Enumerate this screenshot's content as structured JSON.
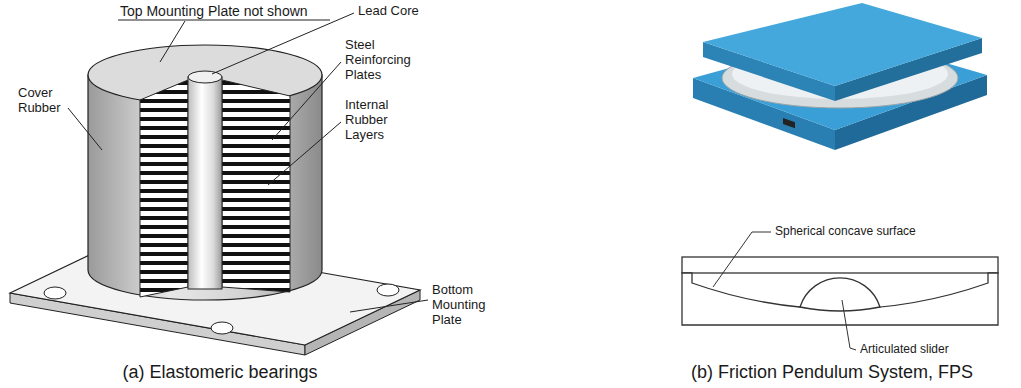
{
  "diagram": {
    "labels": [
      "Top Mounting Plate not shown",
      "Lead Core",
      "Steel Reinforcing Plates",
      "Cover Rubber",
      "Internal Rubber Layers",
      "Bottom Mounting Plate",
      "Spherical concave surface",
      "Articulated slider",
      "(a) Elastomeric bearings",
      "(b) Friction Pendulum System, FPS"
    ]
  }
}
